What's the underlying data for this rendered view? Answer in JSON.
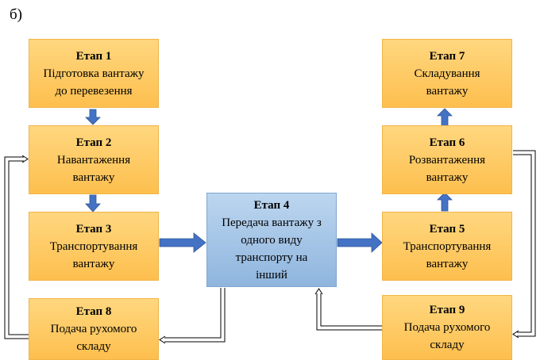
{
  "caption": "б)",
  "stages": [
    {
      "num": "Етап 1",
      "lines": [
        "Підготовка вантажу",
        "до перевезення"
      ]
    },
    {
      "num": "Етап 2",
      "lines": [
        "Навантаження",
        "вантажу"
      ]
    },
    {
      "num": "Етап 3",
      "lines": [
        "Транспортування",
        "вантажу"
      ]
    },
    {
      "num": "Етап 4",
      "lines": [
        "Передача вантажу з",
        "одного виду",
        "транспорту на",
        "інший"
      ]
    },
    {
      "num": "Етап 5",
      "lines": [
        "Транспортування",
        "вантажу"
      ]
    },
    {
      "num": "Етап 6",
      "lines": [
        "Розвантаження",
        "вантажу"
      ]
    },
    {
      "num": "Етап 7",
      "lines": [
        "Складування",
        "вантажу"
      ]
    },
    {
      "num": "Етап 8",
      "lines": [
        "Подача рухомого",
        "складу"
      ]
    },
    {
      "num": "Етап 9",
      "lines": [
        "Подача рухомого",
        "складу"
      ]
    }
  ],
  "colors": {
    "orange": "#fdc75f",
    "blue": "#9dbfe3",
    "arrow": "#4472c4"
  }
}
